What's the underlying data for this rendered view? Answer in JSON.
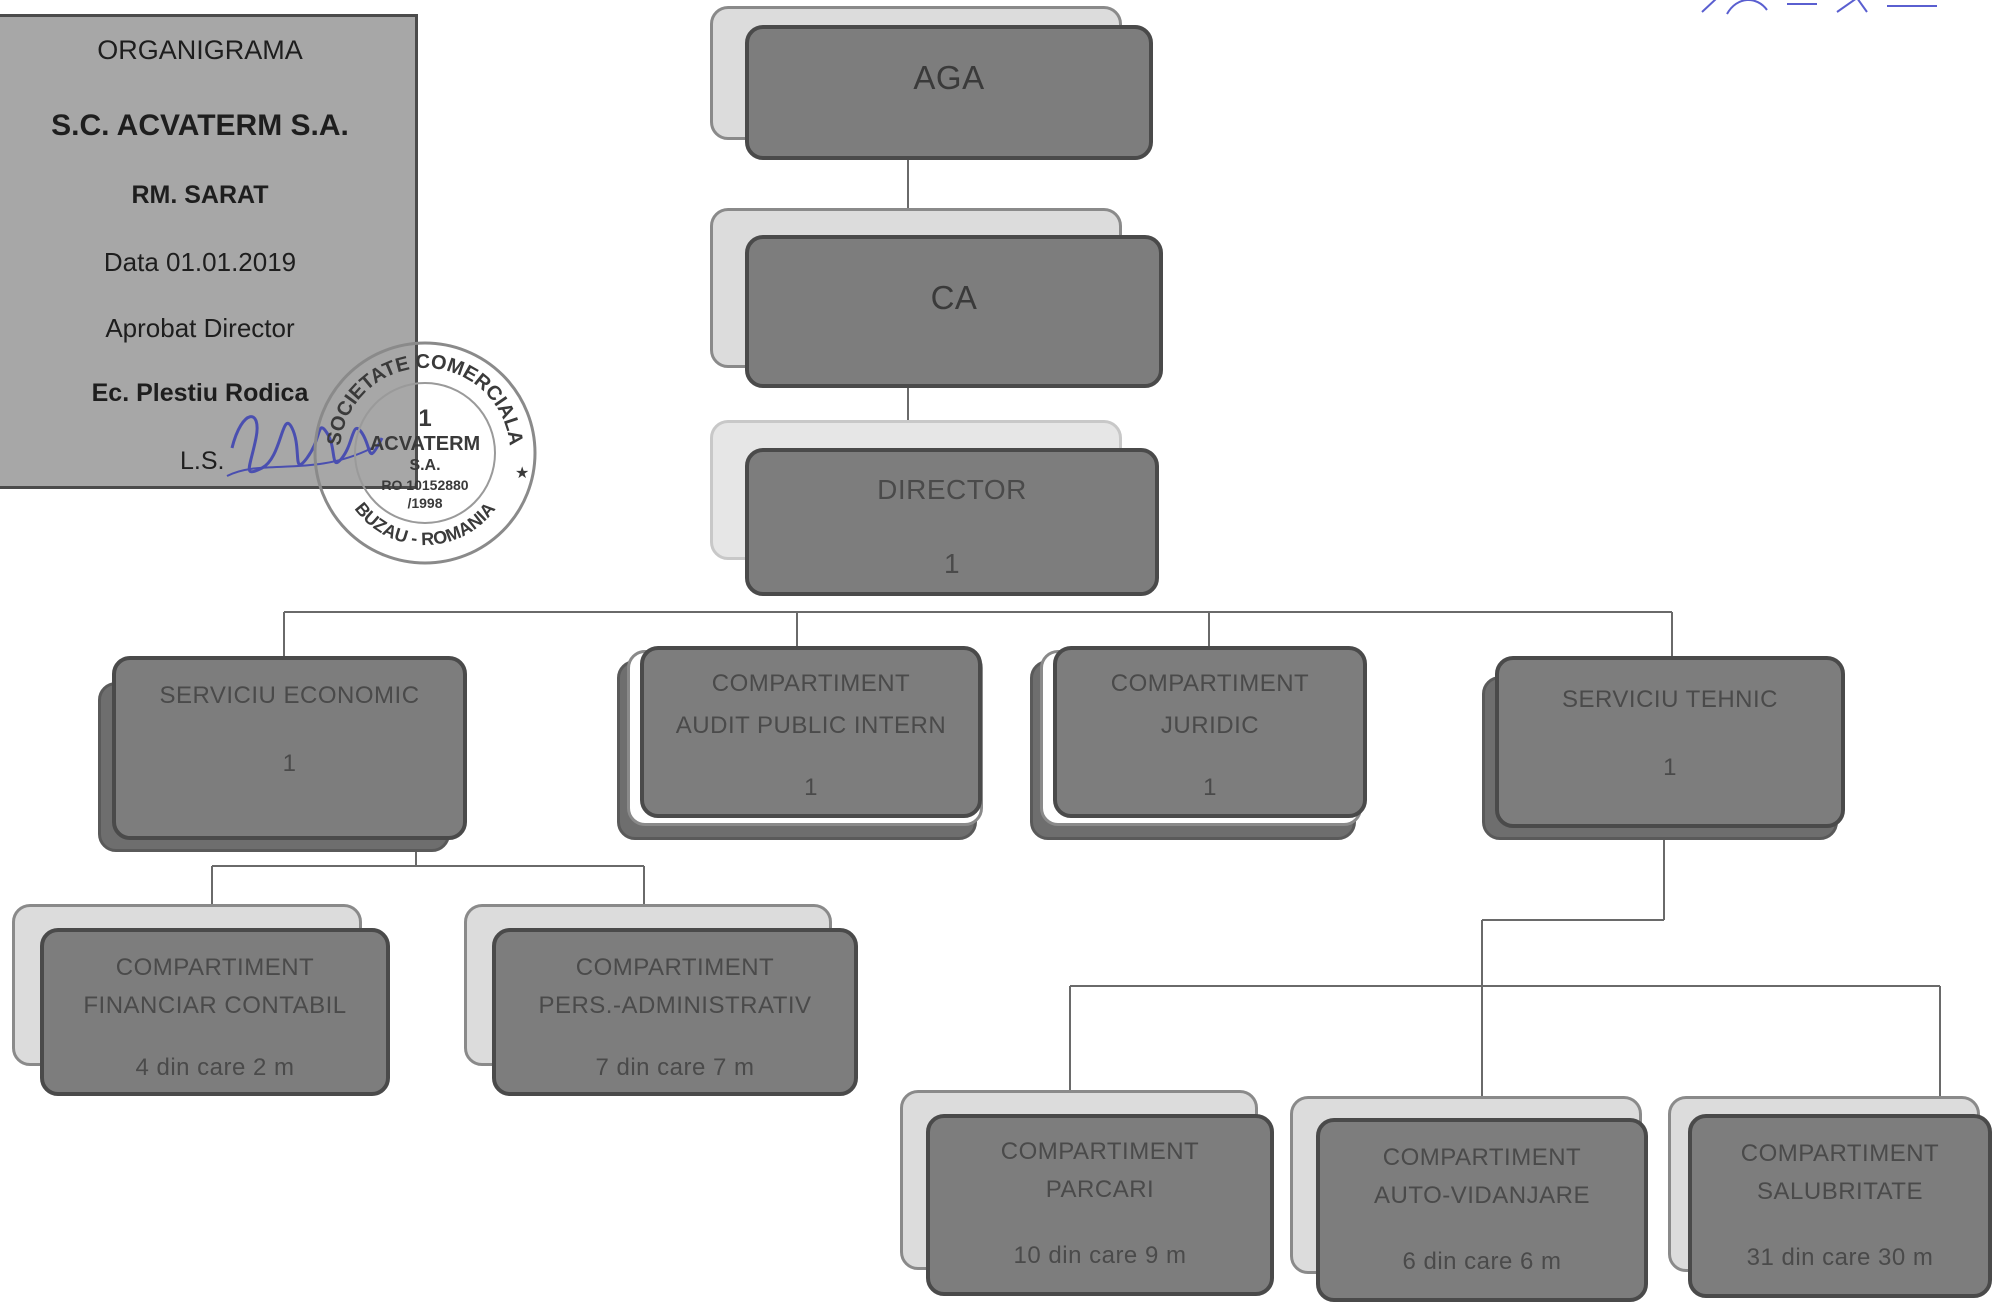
{
  "info": {
    "title": "ORGANIGRAMA",
    "company": "S.C. ACVATERM S.A.",
    "city": "RM. SARAT",
    "date": "Data 01.01.2019",
    "approved": "Aprobat Director",
    "director_name": "Ec. Plestiu Rodica",
    "ls": "L.S."
  },
  "stamp": {
    "top_arc": "SOCIETATE COMERCIALA",
    "number": "1",
    "name": "ACVATERM",
    "suffix": "S.A.",
    "reg": "RO 10152880",
    "year": "/1998",
    "bottom_arc": "BUZAU - ROMANIA"
  },
  "chart": {
    "aga": {
      "label": "AGA"
    },
    "ca": {
      "label": "CA"
    },
    "director": {
      "label": "DIRECTOR",
      "count": "1"
    },
    "serviciu_economic": {
      "label": "SERVICIU ECONOMIC",
      "count": "1"
    },
    "audit": {
      "line1": "COMPARTIMENT",
      "line2": "AUDIT PUBLIC  INTERN",
      "count": "1"
    },
    "juridic": {
      "line1": "COMPARTIMENT",
      "line2": "JURIDIC",
      "count": "1"
    },
    "serviciu_tehnic": {
      "label": "SERVICIU TEHNIC",
      "count": "1"
    },
    "financiar": {
      "line1": "COMPARTIMENT",
      "line2": "FINANCIAR CONTABIL",
      "count": "4 din care 2 m"
    },
    "personal": {
      "line1": "COMPARTIMENT",
      "line2": "PERS.-ADMINISTRATIV",
      "count": "7 din care 7 m"
    },
    "parcari": {
      "line1": "COMPARTIMENT",
      "line2": "PARCARI",
      "count": "10 din care 9 m"
    },
    "vidanjare": {
      "line1": "COMPARTIMENT",
      "line2": "AUTO-VIDANJARE",
      "count": "6 din care 6 m"
    },
    "salubritate": {
      "line1": "COMPARTIMENT",
      "line2": "SALUBRITATE",
      "count": "31 din care 30 m"
    }
  },
  "colors": {
    "box_fill": "#7d7d7d",
    "box_border": "#4a4a4a",
    "info_bg": "#a7a7a7",
    "stamp_blue": "#5a5fa8"
  }
}
